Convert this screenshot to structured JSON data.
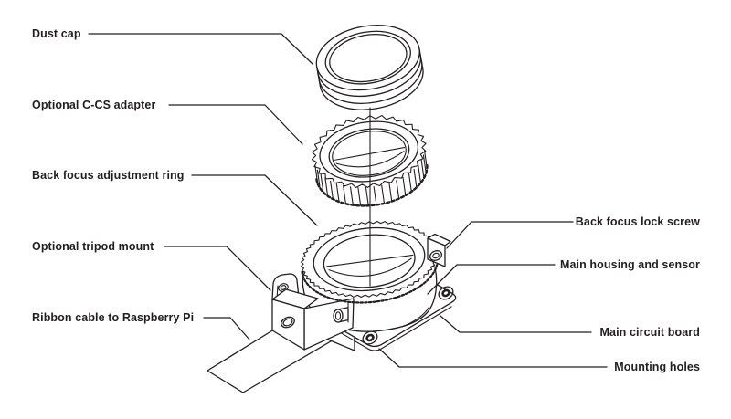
{
  "colors": {
    "line": "#231f20",
    "background": "#ffffff"
  },
  "labels": {
    "dust_cap": "Dust cap",
    "c_cs_adapter": "Optional C-CS adapter",
    "back_focus_ring": "Back focus adjustment ring",
    "tripod_mount": "Optional tripod mount",
    "ribbon_cable": "Ribbon cable to Raspberry Pi",
    "lock_screw": "Back focus lock screw",
    "main_housing": "Main housing and sensor",
    "circuit_board": "Main circuit board",
    "mounting_holes": "Mounting holes"
  }
}
